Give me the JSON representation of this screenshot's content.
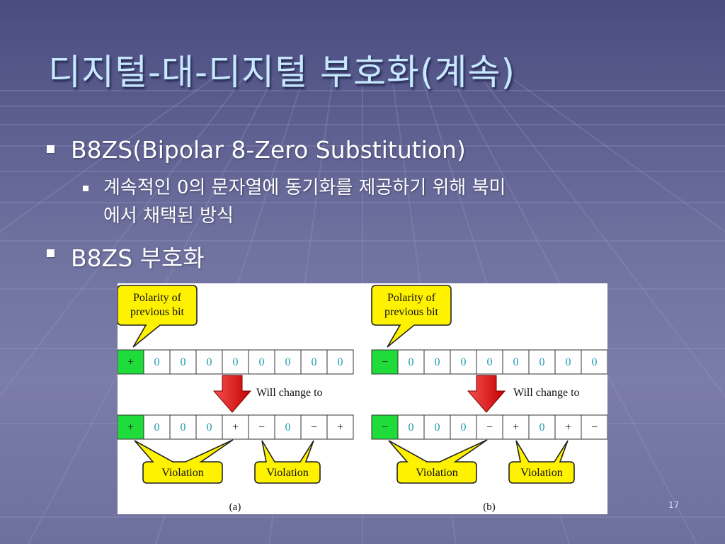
{
  "slide": {
    "title": "디지털-대-디지털 부호화(계속)",
    "number": "17"
  },
  "bullets": [
    {
      "text": "B8ZS(Bipolar 8-Zero Substitution)"
    },
    {
      "text": "계속적인 0의 문자열에 동기화를 제공하기 위해 북미",
      "continuation": "에서 채택된 방식"
    },
    {
      "text": "B8ZS 부호화"
    }
  ],
  "figure": {
    "panels": [
      {
        "callout": [
          "Polarity of",
          "previous bit"
        ],
        "top_row": [
          "+",
          "0",
          "0",
          "0",
          "0",
          "0",
          "0",
          "0",
          "0"
        ],
        "change_label": "Will change to",
        "bottom_row": [
          "+",
          "0",
          "0",
          "0",
          "+",
          "−",
          "0",
          "−",
          "+"
        ],
        "violation_label": "Violation",
        "caption": "(a)"
      },
      {
        "callout": [
          "Polarity of",
          "previous bit"
        ],
        "top_row": [
          "−",
          "0",
          "0",
          "0",
          "0",
          "0",
          "0",
          "0",
          "0"
        ],
        "change_label": "Will change to",
        "bottom_row": [
          "−",
          "0",
          "0",
          "0",
          "−",
          "+",
          "0",
          "+",
          "−"
        ],
        "violation_label": "Violation",
        "caption": "(b)"
      }
    ],
    "colors": {
      "polarity_cell": "#1fdc3a",
      "zero_text": "#1a9bb0",
      "sign_text": "#111111",
      "callout_fill": "#fff200",
      "arrow_fill": "#ee1c1c"
    }
  }
}
